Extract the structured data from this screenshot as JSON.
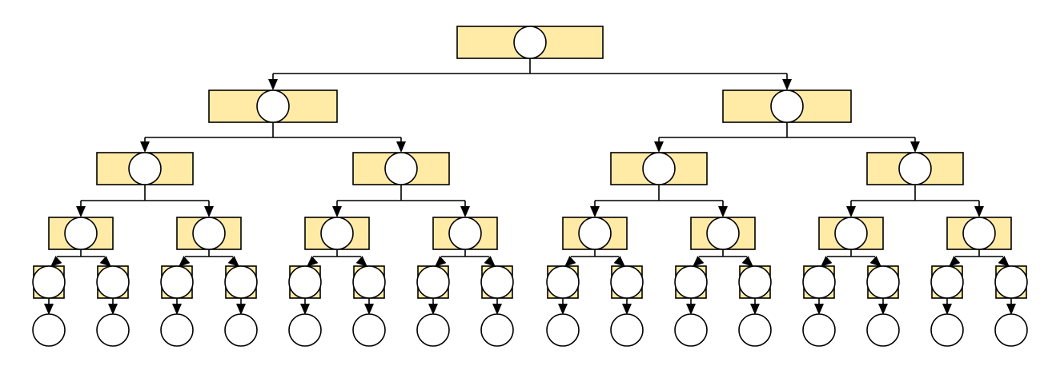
{
  "diagram": {
    "type": "binary-tree",
    "levels": 6,
    "level_node_counts": [
      1,
      2,
      4,
      8,
      16,
      16
    ],
    "boxed_levels": 5,
    "leaf_level_style": "circle-only",
    "edge_style": "bracket-arrow",
    "colors": {
      "box_fill": "#ffeaa6",
      "stroke": "#000000",
      "circle_fill": "#ffffff",
      "background": "#ffffff"
    }
  }
}
